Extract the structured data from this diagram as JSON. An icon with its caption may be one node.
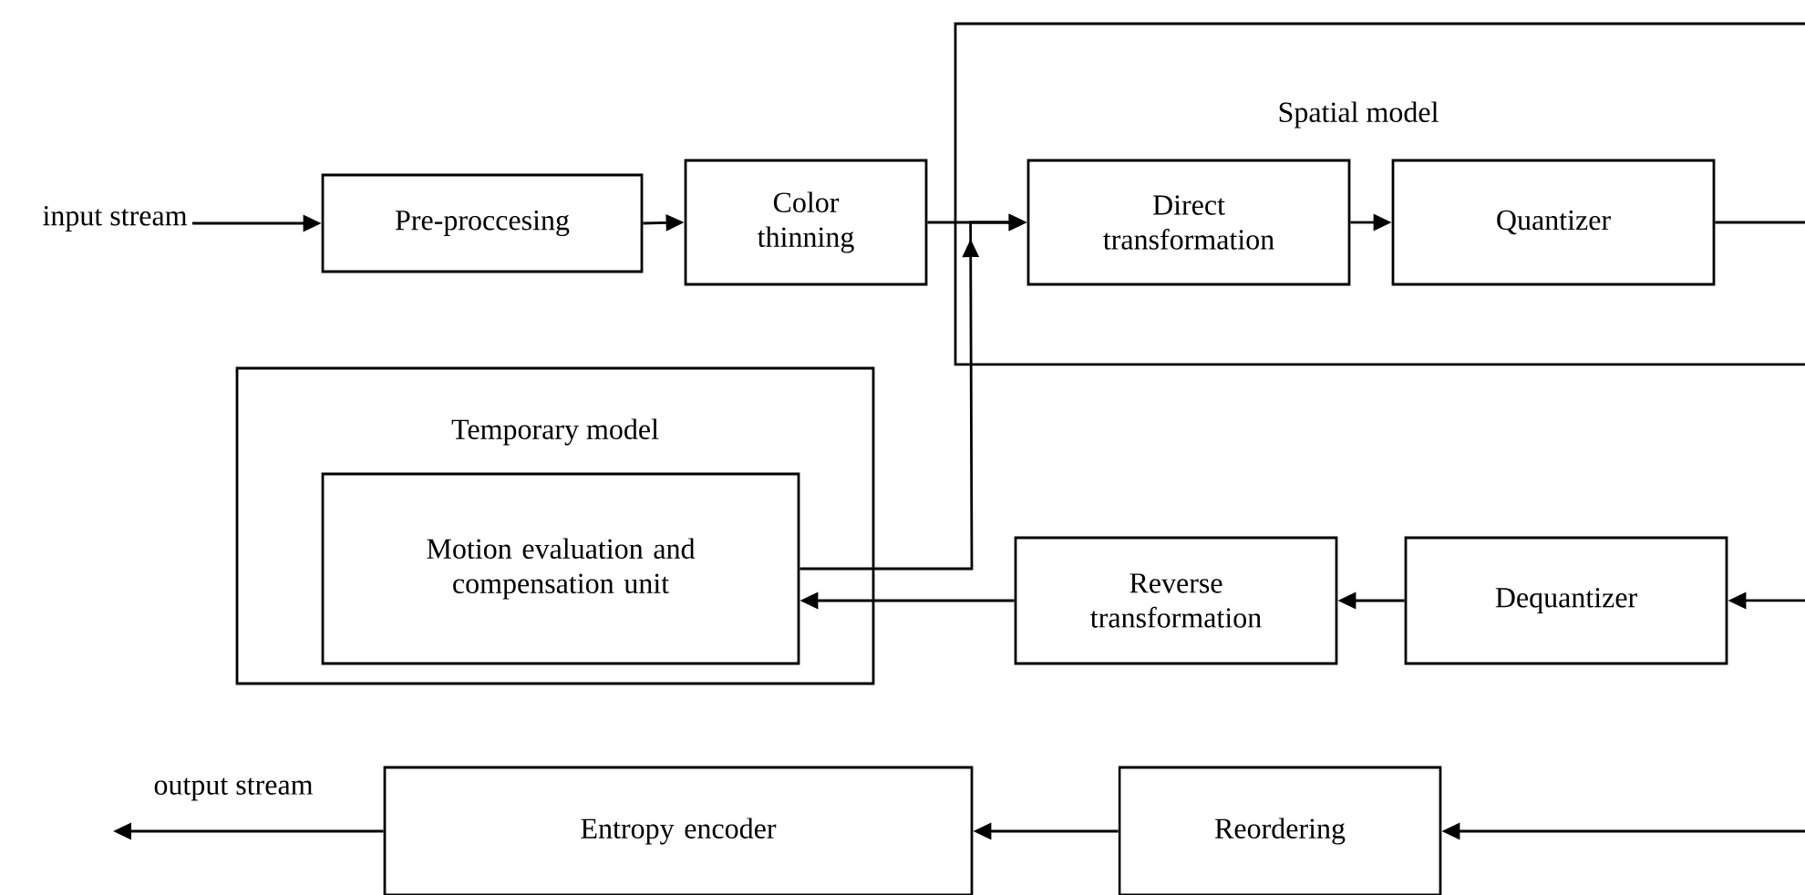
{
  "diagram": {
    "nodes": [
      {
        "text": [
          "input stream"
        ]
      },
      {
        "text": [
          "Pre-proccesing"
        ]
      },
      {
        "text": [
          "Color thinning"
        ]
      },
      {
        "text": [
          "Spatial model"
        ]
      },
      {
        "text": [
          "Direct transformation"
        ],
        "in": 3
      },
      {
        "text": [
          "Quantizer"
        ],
        "in": 3
      },
      {
        "text": [
          "Temporary model"
        ]
      },
      {
        "text": [
          "Motion evaluation and compensation unit"
        ],
        "in": 6
      },
      {
        "text": [
          "Reverse transformation"
        ]
      },
      {
        "text": [
          "Dequantizer"
        ]
      },
      {
        "text": [
          "Entropy encoder"
        ]
      },
      {
        "text": [
          "Reordering"
        ]
      }
    ],
    "edges": [
      {
        "from": 0,
        "to": 1,
        "arrow": "to"
      },
      {
        "from": 1,
        "to": 2,
        "arrow": "to"
      },
      {
        "from": 2,
        "to": 4,
        "arrow": "to"
      },
      {
        "from": 4,
        "to": 5,
        "arrow": "to"
      },
      {
        "from": 5,
        "to": null,
        "arrow": "none"
      },
      {
        "from": null,
        "to": 9,
        "arrow": "to"
      },
      {
        "from": 9,
        "to": 8,
        "arrow": "to"
      },
      {
        "from": 8,
        "to": 7,
        "arrow": "to"
      },
      {
        "from": 7,
        "to": 4,
        "arrow": "to"
      },
      {
        "from": null,
        "to": 11,
        "arrow": "to"
      },
      {
        "from": 11,
        "to": 10,
        "arrow": "to"
      },
      {
        "from": 10,
        "to": null,
        "arrow": "to"
      }
    ],
    "labels": [
      "output stream"
    ]
  }
}
